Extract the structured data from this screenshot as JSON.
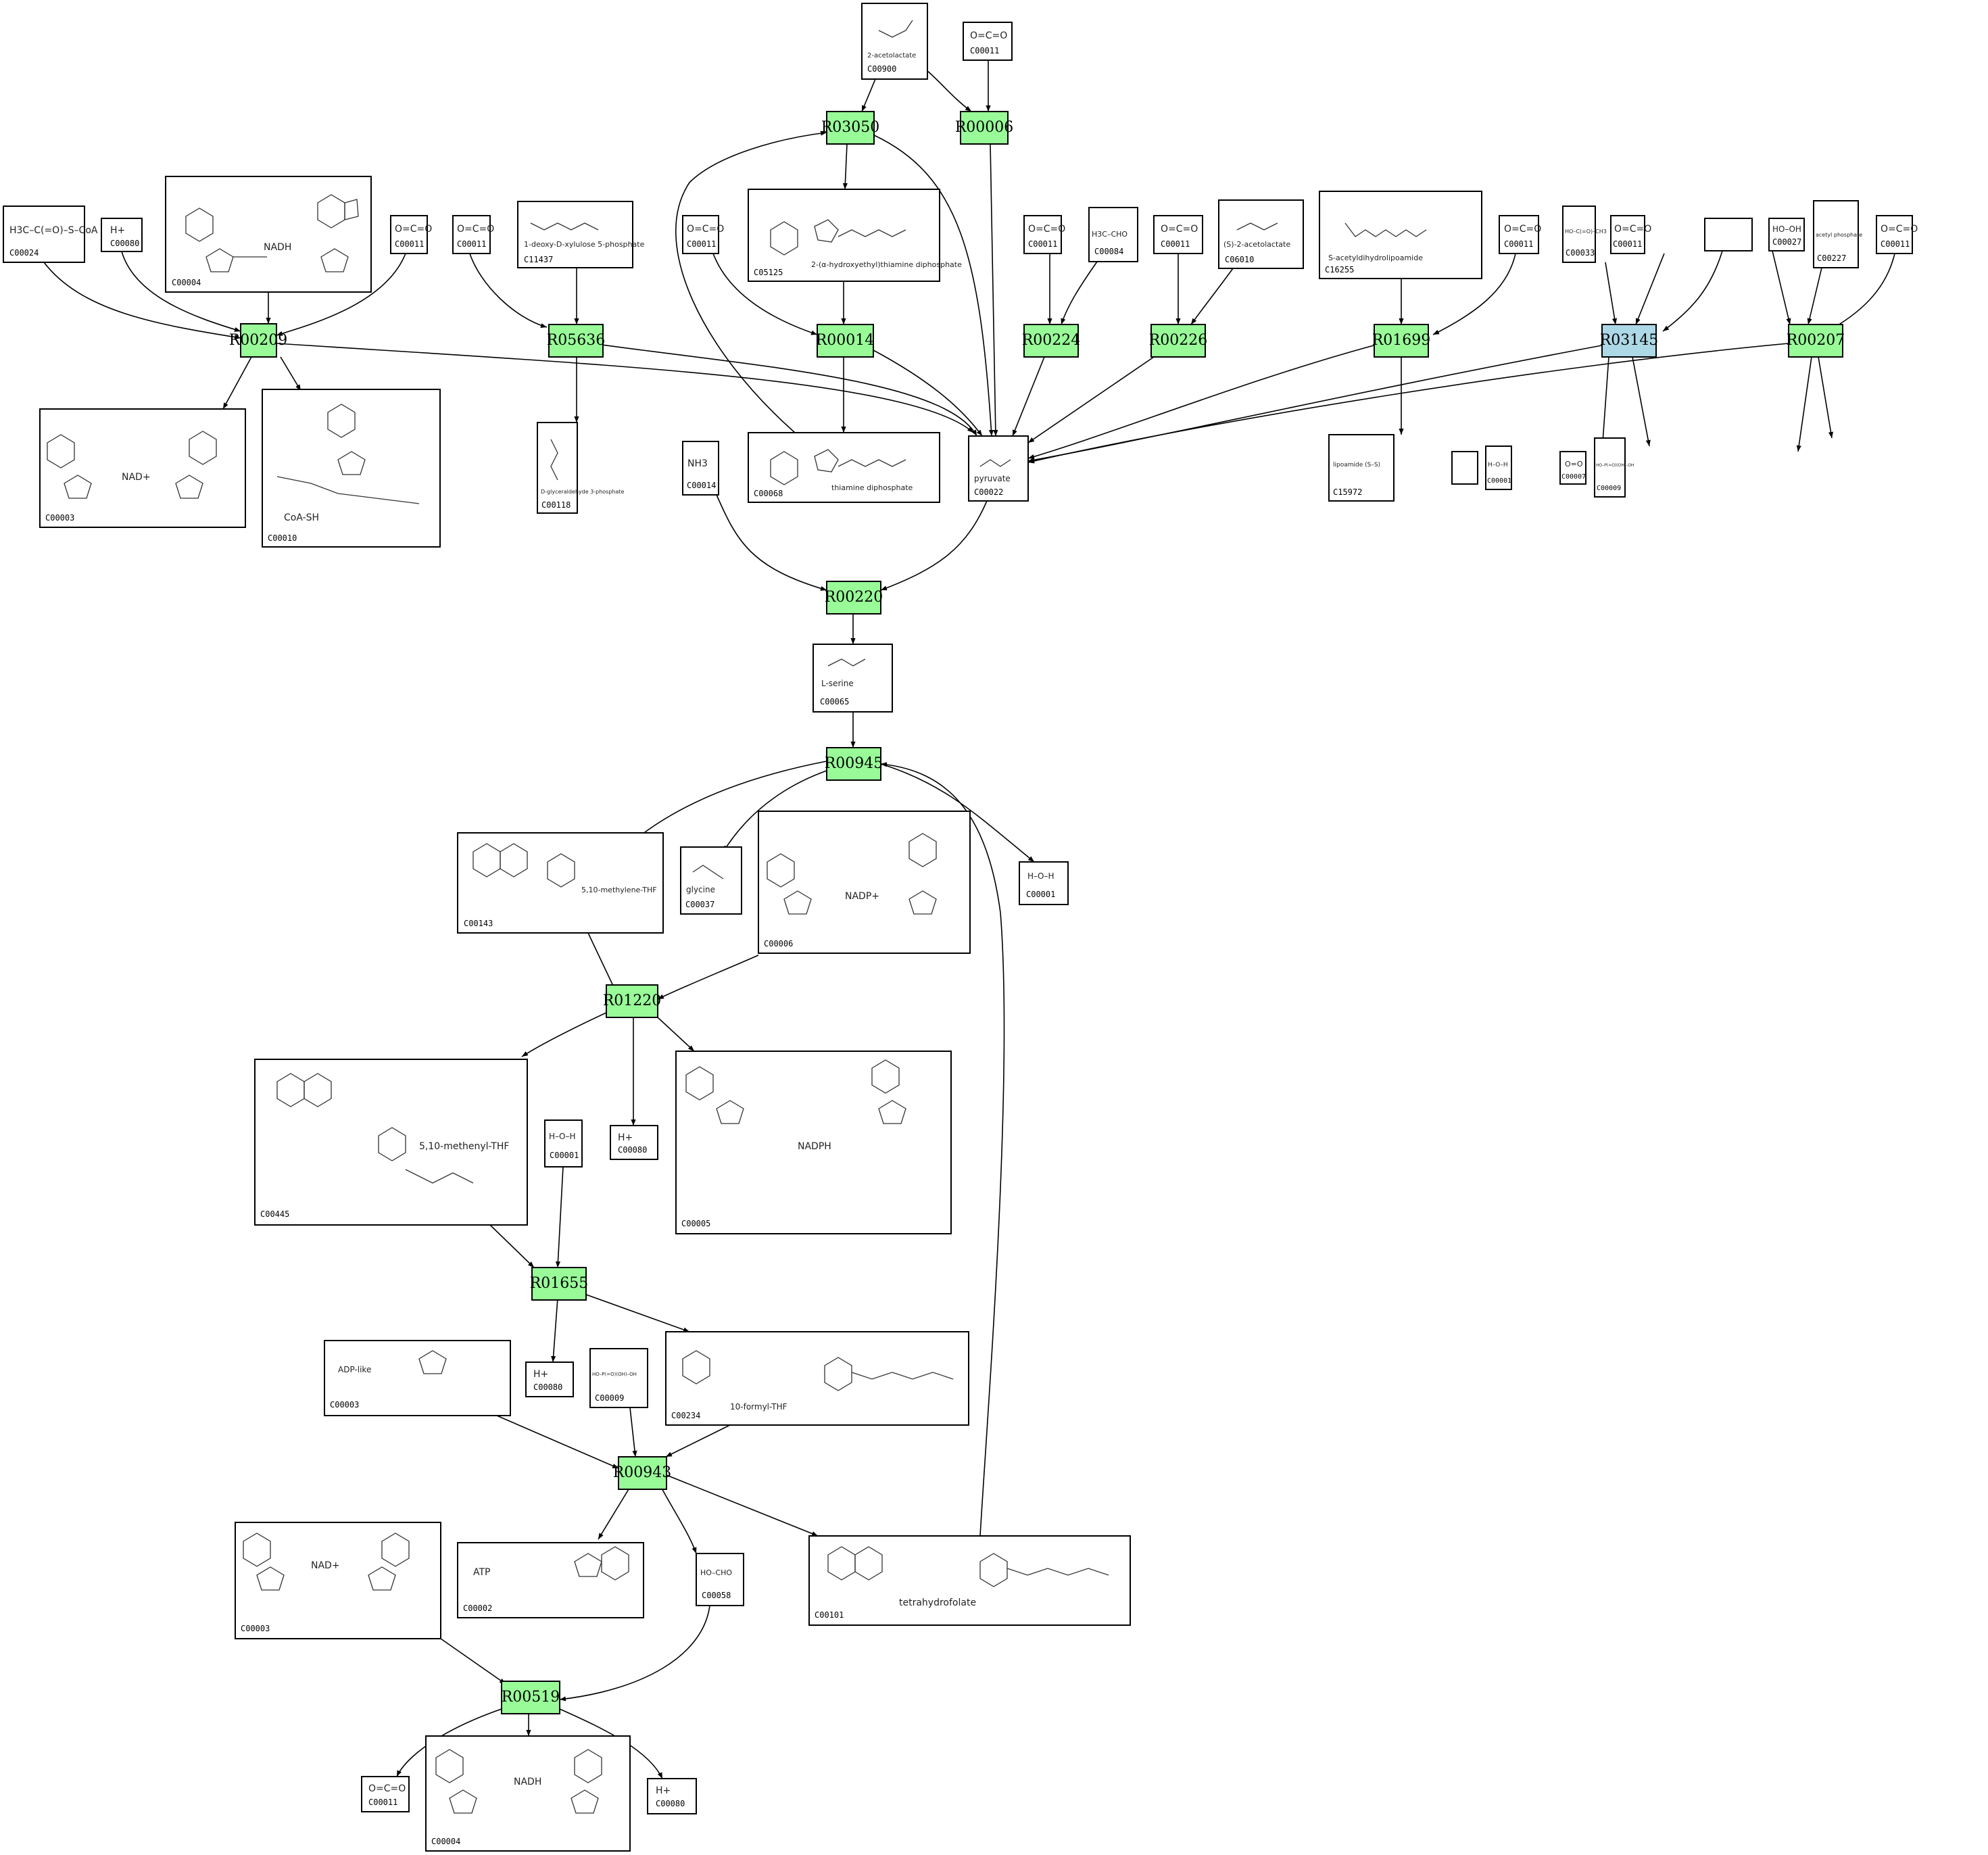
{
  "title": "KEGG reaction network",
  "colors": {
    "reaction": "#98fb98",
    "reaction_highlight": "#add8e6",
    "compound": "#ffffff",
    "edge": "#000000"
  },
  "reactions": [
    {
      "id": "R00209",
      "label": "R00209",
      "highlight": false
    },
    {
      "id": "R05636",
      "label": "R05636",
      "highlight": false
    },
    {
      "id": "R03050",
      "label": "R03050",
      "highlight": false
    },
    {
      "id": "R00006",
      "label": "R00006",
      "highlight": false
    },
    {
      "id": "R00014",
      "label": "R00014",
      "highlight": false
    },
    {
      "id": "R00224",
      "label": "R00224",
      "highlight": false
    },
    {
      "id": "R00226",
      "label": "R00226",
      "highlight": false
    },
    {
      "id": "R01699",
      "label": "R01699",
      "highlight": false
    },
    {
      "id": "R03145",
      "label": "R03145",
      "highlight": true
    },
    {
      "id": "R00207",
      "label": "R00207",
      "highlight": false
    },
    {
      "id": "R00220",
      "label": "R00220",
      "highlight": false
    },
    {
      "id": "R00945",
      "label": "R00945",
      "highlight": false
    },
    {
      "id": "R01220",
      "label": "R01220",
      "highlight": false
    },
    {
      "id": "R01655",
      "label": "R01655",
      "highlight": false
    },
    {
      "id": "R00943",
      "label": "R00943",
      "highlight": false
    },
    {
      "id": "R00519",
      "label": "R00519",
      "highlight": false
    }
  ],
  "compounds": [
    {
      "key": "c00024",
      "label": "C00024",
      "formula": "H3C–C(=O)–S–CoA"
    },
    {
      "key": "c00080a",
      "label": "C00080",
      "formula": "H+"
    },
    {
      "key": "c00004a",
      "label": "C00004",
      "formula": "NADH"
    },
    {
      "key": "c00011a",
      "label": "C00011",
      "formula": "O=C=O"
    },
    {
      "key": "c00003a",
      "label": "C00003",
      "formula": "NAD+"
    },
    {
      "key": "c00010",
      "label": "C00010",
      "formula": "CoA-SH"
    },
    {
      "key": "c00011b",
      "label": "C00011",
      "formula": "O=C=O"
    },
    {
      "key": "c11437",
      "label": "C11437",
      "formula": "1-deoxy-D-xylulose 5-phosphate"
    },
    {
      "key": "c00118",
      "label": "C00118",
      "formula": "D-glyceraldehyde 3-phosphate"
    },
    {
      "key": "c00900",
      "label": "C00900",
      "formula": "2-acetolactate"
    },
    {
      "key": "c00011t",
      "label": "C00011",
      "formula": "O=C=O"
    },
    {
      "key": "c00011c",
      "label": "C00011",
      "formula": "O=C=O"
    },
    {
      "key": "c05125",
      "label": "C05125",
      "formula": "2-(α-hydroxyethyl)thiamine diphosphate"
    },
    {
      "key": "c00014",
      "label": "C00014",
      "formula": "NH3"
    },
    {
      "key": "c00068",
      "label": "C00068",
      "formula": "thiamine diphosphate"
    },
    {
      "key": "c00022",
      "label": "C00022",
      "formula": "pyruvate"
    },
    {
      "key": "c00011d",
      "label": "C00011",
      "formula": "O=C=O"
    },
    {
      "key": "c00084",
      "label": "C00084",
      "formula": "H3C–CHO"
    },
    {
      "key": "c00011e",
      "label": "C00011",
      "formula": "O=C=O"
    },
    {
      "key": "c06010",
      "label": "C06010",
      "formula": "(S)-2-acetolactate"
    },
    {
      "key": "c16255",
      "label": "C16255",
      "formula": "S-acetyldihydrolipoamide"
    },
    {
      "key": "c00011f",
      "label": "C00011",
      "formula": "O=C=O"
    },
    {
      "key": "c00033",
      "label": "C00033",
      "formula": "HO–C(=O)–CH3"
    },
    {
      "key": "c00011g",
      "label": "C00011",
      "formula": "O=C=O"
    },
    {
      "key": "blank1",
      "label": "",
      "formula": ""
    },
    {
      "key": "c00027",
      "label": "C00027",
      "formula": "HO–OH"
    },
    {
      "key": "c00227",
      "label": "C00227",
      "formula": "acetyl phosphate"
    },
    {
      "key": "c00011h",
      "label": "C00011",
      "formula": "O=C=O"
    },
    {
      "key": "c15972",
      "label": "C15972",
      "formula": "lipoamide (S–S)"
    },
    {
      "key": "blank2",
      "label": "",
      "formula": ""
    },
    {
      "key": "c00001r",
      "label": "C00001",
      "formula": "H–O–H"
    },
    {
      "key": "c00007",
      "label": "C00007",
      "formula": "O=O"
    },
    {
      "key": "c00009r",
      "label": "C00009",
      "formula": "HO–P(=O)(OH)–OH"
    },
    {
      "key": "c00065",
      "label": "C00065",
      "formula": "L-serine"
    },
    {
      "key": "c00143",
      "label": "C00143",
      "formula": "5,10-methylene-THF"
    },
    {
      "key": "c00037",
      "label": "C00037",
      "formula": "glycine"
    },
    {
      "key": "c00006",
      "label": "C00006",
      "formula": "NADP+"
    },
    {
      "key": "c00001m",
      "label": "C00001",
      "formula": "H–O–H"
    },
    {
      "key": "c00445",
      "label": "C00445",
      "formula": "5,10-methenyl-THF"
    },
    {
      "key": "c00001b",
      "label": "C00001",
      "formula": "H–O–H"
    },
    {
      "key": "c00080b",
      "label": "C00080",
      "formula": "H+"
    },
    {
      "key": "c00005",
      "label": "C00005",
      "formula": "NADPH"
    },
    {
      "key": "c00003b",
      "label": "C00003",
      "formula": "ADP-like"
    },
    {
      "key": "c00080c",
      "label": "C00080",
      "formula": "H+"
    },
    {
      "key": "c00009b",
      "label": "C00009",
      "formula": "HO–P(=O)(OH)–OH"
    },
    {
      "key": "c00234",
      "label": "C00234",
      "formula": "10-formyl-THF"
    },
    {
      "key": "c00003c",
      "label": "C00003",
      "formula": "NAD+"
    },
    {
      "key": "c00002",
      "label": "C00002",
      "formula": "ATP"
    },
    {
      "key": "c00058",
      "label": "C00058",
      "formula": "HO–CHO"
    },
    {
      "key": "c00101",
      "label": "C00101",
      "formula": "tetrahydrofolate"
    },
    {
      "key": "c00011z",
      "label": "C00011",
      "formula": "O=C=O"
    },
    {
      "key": "c00004b",
      "label": "C00004",
      "formula": "NADH"
    },
    {
      "key": "c00080z",
      "label": "C00080",
      "formula": "H+"
    }
  ]
}
